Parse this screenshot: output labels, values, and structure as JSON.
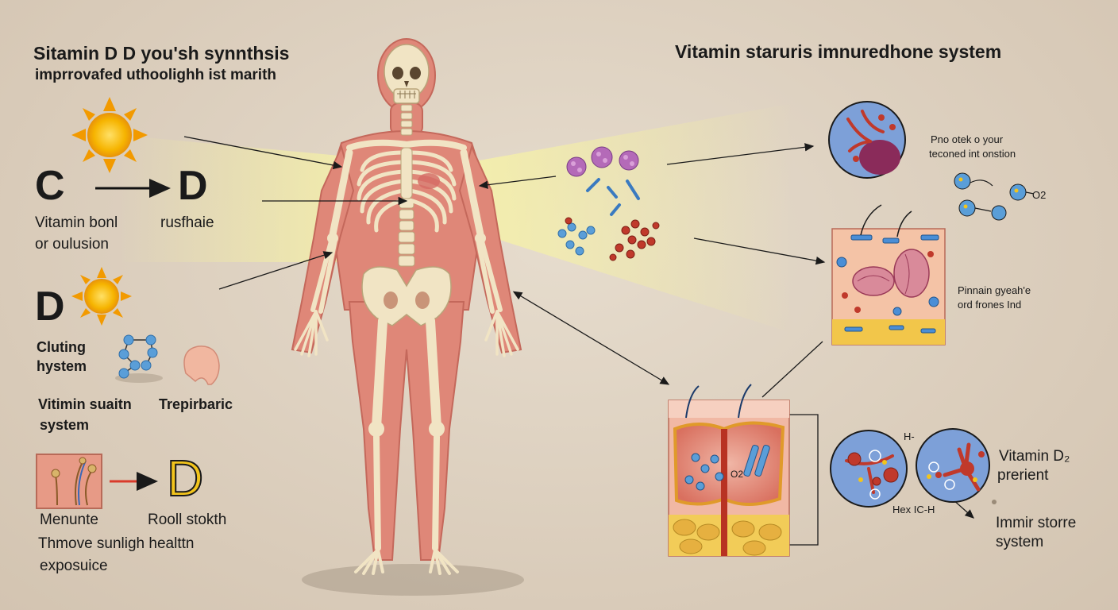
{
  "left": {
    "title_line1": "Sitamin D D you'sh synnthsis",
    "title_line2": "imprrovafed uthoolighh ist marith",
    "letter_c": "C",
    "letter_d1": "D",
    "label_vitamin_bonl_1": "Vitamin bonl",
    "label_vitamin_bonl_2": "or oulusion",
    "label_rusfhaie": "rusfhaie",
    "letter_d2": "D",
    "label_cluting_1": "Cluting",
    "label_cluting_2": "hystem",
    "label_vitimin_1": "Vitimin suaitn",
    "label_vitimin_2": "system",
    "label_trepirbaric": "Trepirbaric",
    "letter_d3": "D",
    "label_menunte": "Menunte",
    "label_roollstokth": "Rooll stokth",
    "label_thmove_1": "Thmove sunligh healttn",
    "label_thmove_2": "exposuice"
  },
  "right": {
    "title": "Vitamin staruris imnuredhone system",
    "note1_line1": "Pno otek o your",
    "note1_line2": "teconed int onstion",
    "o2_label": "O2",
    "note2_line1": "Pinnain gyeah'e",
    "note2_line2": "ord frones Ind",
    "skin_o2": "O2",
    "h_label": "H-",
    "hex_label": "Hex IC-H",
    "vitamin_d2_1": "Vitamin D₂",
    "vitamin_d2_2": "prerient",
    "immir_1": "Immir storre",
    "immir_2": "system"
  },
  "colors": {
    "background": "#ddd0c0",
    "sun": "#f5a800",
    "bone": "#f1e4c4",
    "muscle": "#e0867a",
    "cell_blue": "#5a9ed8",
    "cell_red": "#c0392b",
    "cell_purple": "#b46ab8",
    "letter_yellow": "#f2c41c"
  }
}
